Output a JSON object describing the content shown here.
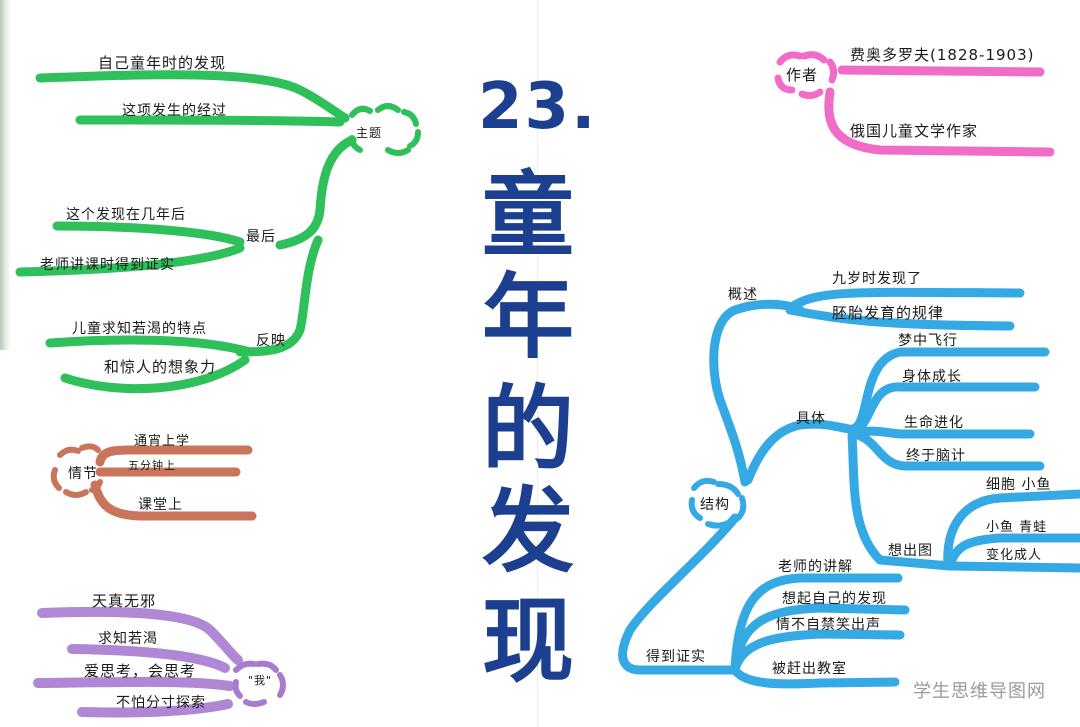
{
  "title": {
    "number": "23.",
    "characters": [
      "童",
      "年",
      "的",
      "发",
      "现"
    ]
  },
  "colors": {
    "title": "#1d3f8f",
    "green": "#2fbf5b",
    "brown": "#c8755c",
    "purple": "#a77bd0",
    "pink": "#f06cc8",
    "blue": "#35a9e4",
    "text": "#1a1a1a",
    "watermark": "#9a9a9a"
  },
  "branches": {
    "theme": {
      "label": "主题",
      "children": [
        {
          "label": "自己童年时的发现"
        },
        {
          "label": "这项发生的经过"
        },
        {
          "label": "最后",
          "children": [
            {
              "label": "这个发现在几年后"
            },
            {
              "label": "老师讲课时得到证实"
            }
          ]
        },
        {
          "label": "反映",
          "children": [
            {
              "label": "儿童求知若渴的特点"
            },
            {
              "label": "和惊人的想象力"
            }
          ]
        }
      ]
    },
    "plot": {
      "label": "情节",
      "children": [
        {
          "label": "通宵上学"
        },
        {
          "label": "五分钟上"
        },
        {
          "label": "课堂上"
        }
      ]
    },
    "me": {
      "label": "\"我\"",
      "children": [
        {
          "label": "天真无邪"
        },
        {
          "label": "求知若渴"
        },
        {
          "label": "爱思考，会思考"
        },
        {
          "label": "不怕分寸探索"
        }
      ]
    },
    "author": {
      "label": "作者",
      "children": [
        {
          "label": "费奥多罗夫(1828-1903)"
        },
        {
          "label": "俄国儿童文学作家"
        }
      ]
    },
    "structure": {
      "label": "结构",
      "children": [
        {
          "label": "概述",
          "children": [
            {
              "label": "九岁时发现了"
            },
            {
              "label": "胚胎发育的规律"
            }
          ]
        },
        {
          "label": "具体",
          "children": [
            {
              "label": "梦中飞行"
            },
            {
              "label": "身体成长"
            },
            {
              "label": "生命进化"
            },
            {
              "label": "终于脑计"
            },
            {
              "label": "想出图",
              "children": [
                {
                  "label": "细胞 小鱼"
                },
                {
                  "label": "小鱼 青蛙"
                },
                {
                  "label": "变化成人"
                }
              ]
            }
          ]
        },
        {
          "label": "得到证实",
          "children": [
            {
              "label": "老师的讲解"
            },
            {
              "label": "想起自己的发现"
            },
            {
              "label": "情不自禁笑出声"
            },
            {
              "label": "被赶出教室"
            }
          ]
        }
      ]
    }
  },
  "watermark": "学生思维导图网"
}
